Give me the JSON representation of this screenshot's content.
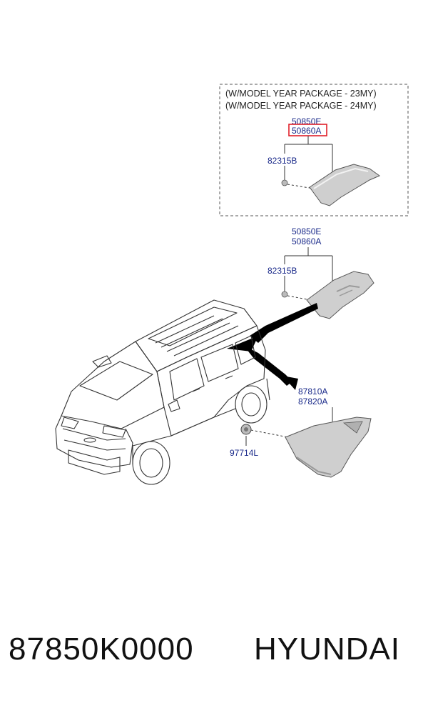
{
  "box": {
    "note_line1": "(W/MODEL YEAR PACKAGE - 23MY)",
    "note_line2": "(W/MODEL YEAR PACKAGE - 24MY)",
    "part_a": "50850E",
    "part_b_highlighted": "50860A",
    "clip": "82315B"
  },
  "upper_group": {
    "part_a": "50850E",
    "part_b": "50860A",
    "clip": "82315B"
  },
  "lower_group": {
    "part_a": "87810A",
    "part_b": "87820A",
    "clip": "97714L"
  },
  "footer": {
    "part_number": "87850K0000",
    "brand": "HYUNDAI"
  },
  "colors": {
    "label_blue": "#1a2a8a",
    "highlight_red": "#e0202a",
    "line": "#333333"
  }
}
